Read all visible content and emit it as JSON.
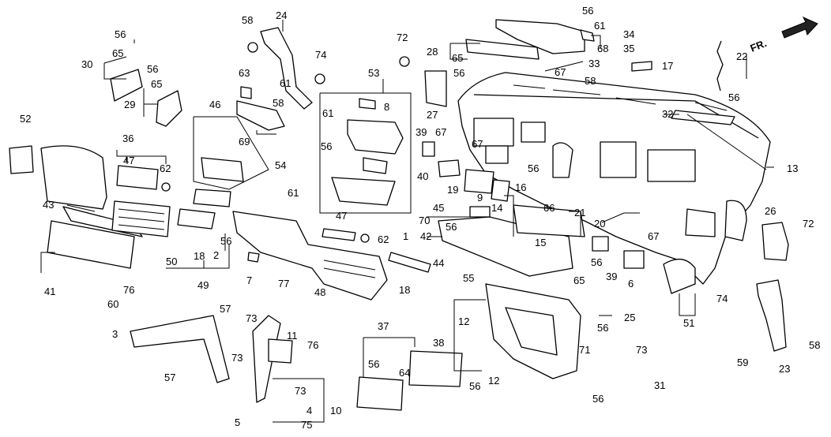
{
  "diagram": {
    "direction_label": "FR.",
    "callouts": [
      {
        "id": "c1",
        "text": "1"
      },
      {
        "id": "c2",
        "text": "2"
      },
      {
        "id": "c3",
        "text": "3"
      },
      {
        "id": "c4",
        "text": "4"
      },
      {
        "id": "c5",
        "text": "5"
      },
      {
        "id": "c6",
        "text": "6"
      },
      {
        "id": "c7",
        "text": "7"
      },
      {
        "id": "c8",
        "text": "8"
      },
      {
        "id": "c9",
        "text": "9"
      },
      {
        "id": "c10",
        "text": "10"
      },
      {
        "id": "c11",
        "text": "11"
      },
      {
        "id": "c12a",
        "text": "12"
      },
      {
        "id": "c12b",
        "text": "12"
      },
      {
        "id": "c13",
        "text": "13"
      },
      {
        "id": "c14",
        "text": "14"
      },
      {
        "id": "c15",
        "text": "15"
      },
      {
        "id": "c16",
        "text": "16"
      },
      {
        "id": "c17",
        "text": "17"
      },
      {
        "id": "c18a",
        "text": "18"
      },
      {
        "id": "c18b",
        "text": "18"
      },
      {
        "id": "c19",
        "text": "19"
      },
      {
        "id": "c20",
        "text": "20"
      },
      {
        "id": "c21",
        "text": "21"
      },
      {
        "id": "c22",
        "text": "22"
      },
      {
        "id": "c23",
        "text": "23"
      },
      {
        "id": "c24",
        "text": "24"
      },
      {
        "id": "c25",
        "text": "25"
      },
      {
        "id": "c26",
        "text": "26"
      },
      {
        "id": "c27",
        "text": "27"
      },
      {
        "id": "c28",
        "text": "28"
      },
      {
        "id": "c29",
        "text": "29"
      },
      {
        "id": "c30",
        "text": "30"
      },
      {
        "id": "c31",
        "text": "31"
      },
      {
        "id": "c32",
        "text": "32"
      },
      {
        "id": "c33",
        "text": "33"
      },
      {
        "id": "c34",
        "text": "34"
      },
      {
        "id": "c35",
        "text": "35"
      },
      {
        "id": "c36",
        "text": "36"
      },
      {
        "id": "c37",
        "text": "37"
      },
      {
        "id": "c38",
        "text": "38"
      },
      {
        "id": "c39a",
        "text": "39"
      },
      {
        "id": "c39b",
        "text": "39"
      },
      {
        "id": "c40",
        "text": "40"
      },
      {
        "id": "c41",
        "text": "41"
      },
      {
        "id": "c42",
        "text": "42"
      },
      {
        "id": "c43",
        "text": "43"
      },
      {
        "id": "c44",
        "text": "44"
      },
      {
        "id": "c45",
        "text": "45"
      },
      {
        "id": "c46",
        "text": "46"
      },
      {
        "id": "c47a",
        "text": "47"
      },
      {
        "id": "c47b",
        "text": "47"
      },
      {
        "id": "c48",
        "text": "48"
      },
      {
        "id": "c49",
        "text": "49"
      },
      {
        "id": "c50",
        "text": "50"
      },
      {
        "id": "c51",
        "text": "51"
      },
      {
        "id": "c52",
        "text": "52"
      },
      {
        "id": "c53",
        "text": "53"
      },
      {
        "id": "c54",
        "text": "54"
      },
      {
        "id": "c55",
        "text": "55"
      },
      {
        "id": "c56a",
        "text": "56"
      },
      {
        "id": "c56b",
        "text": "56"
      },
      {
        "id": "c56c",
        "text": "56"
      },
      {
        "id": "c56d",
        "text": "56"
      },
      {
        "id": "c56e",
        "text": "56"
      },
      {
        "id": "c56f",
        "text": "56"
      },
      {
        "id": "c56g",
        "text": "56"
      },
      {
        "id": "c56h",
        "text": "56"
      },
      {
        "id": "c56i",
        "text": "56"
      },
      {
        "id": "c56j",
        "text": "56"
      },
      {
        "id": "c56k",
        "text": "56"
      },
      {
        "id": "c56l",
        "text": "56"
      },
      {
        "id": "c56m",
        "text": "56"
      },
      {
        "id": "c56n",
        "text": "56"
      },
      {
        "id": "c57a",
        "text": "57"
      },
      {
        "id": "c57b",
        "text": "57"
      },
      {
        "id": "c58a",
        "text": "58"
      },
      {
        "id": "c58b",
        "text": "58"
      },
      {
        "id": "c58c",
        "text": "58"
      },
      {
        "id": "c58d",
        "text": "58"
      },
      {
        "id": "c59",
        "text": "59"
      },
      {
        "id": "c60",
        "text": "60"
      },
      {
        "id": "c61a",
        "text": "61"
      },
      {
        "id": "c61b",
        "text": "61"
      },
      {
        "id": "c61c",
        "text": "61"
      },
      {
        "id": "c61d",
        "text": "61"
      },
      {
        "id": "c62a",
        "text": "62"
      },
      {
        "id": "c62b",
        "text": "62"
      },
      {
        "id": "c63",
        "text": "63"
      },
      {
        "id": "c64",
        "text": "64"
      },
      {
        "id": "c65a",
        "text": "65"
      },
      {
        "id": "c65b",
        "text": "65"
      },
      {
        "id": "c65c",
        "text": "65"
      },
      {
        "id": "c65d",
        "text": "65"
      },
      {
        "id": "c66",
        "text": "66"
      },
      {
        "id": "c67a",
        "text": "67"
      },
      {
        "id": "c67b",
        "text": "67"
      },
      {
        "id": "c67c",
        "text": "67"
      },
      {
        "id": "c67d",
        "text": "67"
      },
      {
        "id": "c68",
        "text": "68"
      },
      {
        "id": "c69",
        "text": "69"
      },
      {
        "id": "c70",
        "text": "70"
      },
      {
        "id": "c71",
        "text": "71"
      },
      {
        "id": "c72a",
        "text": "72"
      },
      {
        "id": "c72b",
        "text": "72"
      },
      {
        "id": "c73a",
        "text": "73"
      },
      {
        "id": "c73b",
        "text": "73"
      },
      {
        "id": "c73c",
        "text": "73"
      },
      {
        "id": "c73d",
        "text": "73"
      },
      {
        "id": "c74a",
        "text": "74"
      },
      {
        "id": "c74b",
        "text": "74"
      },
      {
        "id": "c75",
        "text": "75"
      },
      {
        "id": "c76a",
        "text": "76"
      },
      {
        "id": "c76b",
        "text": "76"
      },
      {
        "id": "c77",
        "text": "77"
      }
    ]
  }
}
